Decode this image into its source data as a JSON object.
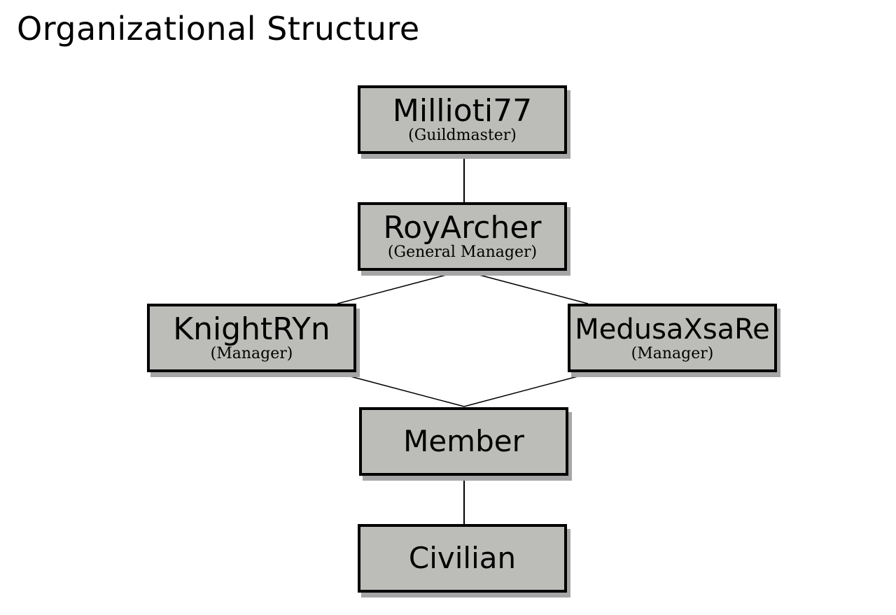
{
  "page": {
    "title": "Organizational Structure"
  },
  "colors": {
    "node_fill": "#bcbdb8",
    "node_border": "#000000",
    "node_shadow": "#a6a6a6",
    "connector": "#000000"
  },
  "nodes": {
    "guildmaster": {
      "name": "Millioti77",
      "role": "(Guildmaster)"
    },
    "general_manager": {
      "name": "RoyArcher",
      "role": "(General Manager)"
    },
    "manager_left": {
      "name": "KnightRYn",
      "role": "(Manager)"
    },
    "manager_right": {
      "name": "MedusaXsaRe",
      "role": "(Manager)"
    },
    "member": {
      "name": "Member"
    },
    "civilian": {
      "name": "Civilian"
    }
  },
  "edges": [
    {
      "from": "guildmaster",
      "to": "general_manager"
    },
    {
      "from": "general_manager",
      "to": "manager_left"
    },
    {
      "from": "general_manager",
      "to": "manager_right"
    },
    {
      "from": "manager_left",
      "to": "member"
    },
    {
      "from": "manager_right",
      "to": "member"
    },
    {
      "from": "member",
      "to": "civilian"
    }
  ]
}
